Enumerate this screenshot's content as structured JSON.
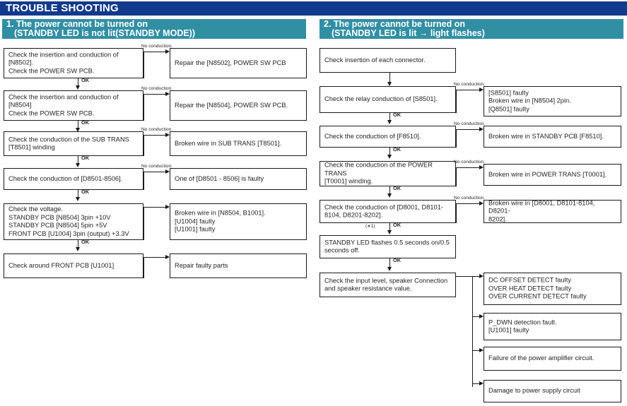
{
  "document": {
    "title": "TROUBLE SHOOTING",
    "title_bar_color": "#123a8c",
    "section_header_color": "#318fa4"
  },
  "sections": [
    {
      "number": "1.",
      "heading_line1": "1. The power cannot be turned on",
      "heading_line2": "(STANDBY LED is not lit(STANDBY MODE))"
    },
    {
      "number": "2.",
      "heading_line1": "2. The power cannot be turned on",
      "heading_line2": "(STANDBY LED is lit → light flashes)"
    }
  ],
  "labels": {
    "no_conduction": "No conduction.",
    "ok": "OK",
    "star1": "(∗1)"
  },
  "column1": {
    "steps": [
      {
        "check": "Check the insertion and conduction of\n[N8502].\nCheck the POWER SW PCB.",
        "result": "Repair the [N8502], POWER SW PCB",
        "branch_label": "No conduction.",
        "next_label": "OK"
      },
      {
        "check": "Check the insertion and conduction of\n[N8504]\nCheck the POWER SW PCB.",
        "result": "Repair the [N8504], POWER SW PCB.",
        "branch_label": "No conduction.",
        "next_label": "OK"
      },
      {
        "check": "Check the conduction of the SUB TRANS\n[T8501] winding",
        "result": "Broken wire in SUB TRANS [T8501].",
        "branch_label": "No conduction.",
        "next_label": "OK"
      },
      {
        "check": "Check the conduction of [D8501-8506].",
        "result": "One of [D8501 - 8506] is faulty",
        "branch_label": "No conduction.",
        "next_label": "OK"
      },
      {
        "check": "Check the voltage.\nSTANDBY PCB [N8504] 3pin +10V\nSTANDBY PCB [N8504] 5pin +5V\nFRONT PCB [U1004] 3pin (output) +3.3V",
        "result": "Broken wire in [N8504, B1001].\n[U1004] faulty\n[U1001] faulty",
        "branch_label": "",
        "next_label": "OK"
      },
      {
        "check": "Check around FRONT PCB [U1001]",
        "result": "Repair faulty parts",
        "branch_label": "",
        "next_label": ""
      }
    ]
  },
  "column2": {
    "steps": [
      {
        "check": "Check insertion of each connector.",
        "result": "",
        "branch_label": "",
        "next_label": ""
      },
      {
        "check": "Check the relay conduction of [S8501].",
        "result": "[S8501] faulty\nBroken wire in [N8504] 2pin.\n[Q8501] faulty",
        "branch_label": "No conduction.",
        "next_label": "OK"
      },
      {
        "check": "Check the conduction of [F8510].",
        "result": "Broken wire in STANDBY PCB [F8510].",
        "branch_label": "No conduction.",
        "next_label": "OK"
      },
      {
        "check": "Check the conduction of the POWER TRANS\n[T0001] winding.",
        "result": "Broken wire in POWER TRANS [T0001].",
        "branch_label": "No conduction.",
        "next_label": "OK"
      },
      {
        "check": "Check the conduction of [D8001, D8101-\n8104, D8201-8202].",
        "result": "Broken wire in [D8001, D8101-8104, D8201-\n8202].",
        "branch_label": "No conduction.",
        "next_label": "OK"
      },
      {
        "check": "STANDBY LED flashes 0.5 seconds on/0.5\nseconds off.",
        "result": "",
        "branch_label": "",
        "next_label": "OK"
      },
      {
        "check": "Check the input level, speaker Connection\nand speaker resistance value.",
        "result": "",
        "branch_label": "",
        "next_label": ""
      }
    ],
    "outcomes": [
      "DC OFFSET DETECT faulty\nOVER HEAT DETECT faulty\nOVER CURRENT DETECT faulty",
      "P_DWN detection fault.\n[U1001] faulty",
      "Failure of the power amplifier circuit.",
      "Damage to power supply circuit"
    ]
  }
}
